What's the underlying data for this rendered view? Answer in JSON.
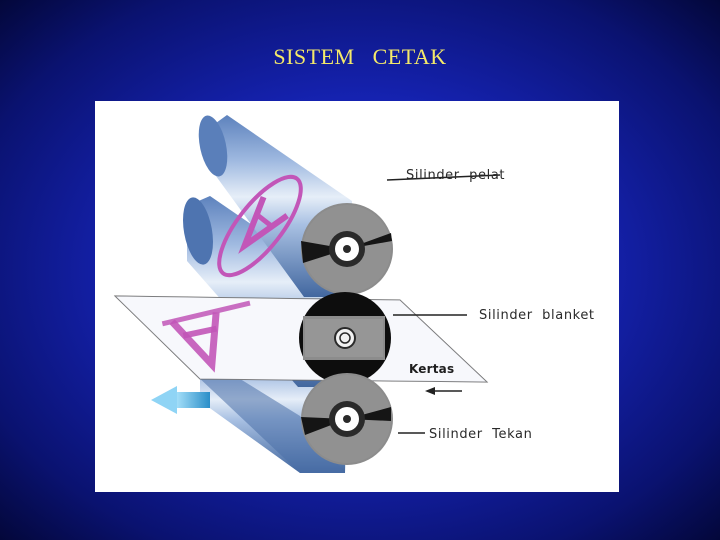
{
  "slide": {
    "title": "SISTEM   CETAK",
    "background_color": "#1522b0",
    "title_color": "#f4e96a"
  },
  "diagram": {
    "labels": {
      "plate_cylinder": "Silinder  pelat",
      "blanket_cylinder": "Silinder  blanket",
      "paper": "Kertas",
      "impression_cylinder": "Silinder  Tekan"
    },
    "image_letter": "A",
    "colors": {
      "cylinder_body": "#6f93c8",
      "cylinder_end": "#8c8c8c",
      "blanket_end": "#111111",
      "image_ink": "#c256b8",
      "arrow": "#54b4e6"
    },
    "icons": [
      "left-arrow-icon",
      "direction-arrow-icon"
    ]
  }
}
